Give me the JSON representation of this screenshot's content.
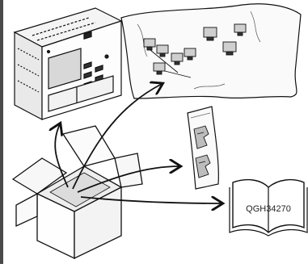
{
  "manual": {
    "code": "QGH34270"
  },
  "illustration": {
    "items": [
      {
        "name": "meter-device"
      },
      {
        "name": "terminal-connectors-bag"
      },
      {
        "name": "mounting-clips-bag"
      },
      {
        "name": "instruction-manual"
      }
    ],
    "container": "shipping-box"
  }
}
